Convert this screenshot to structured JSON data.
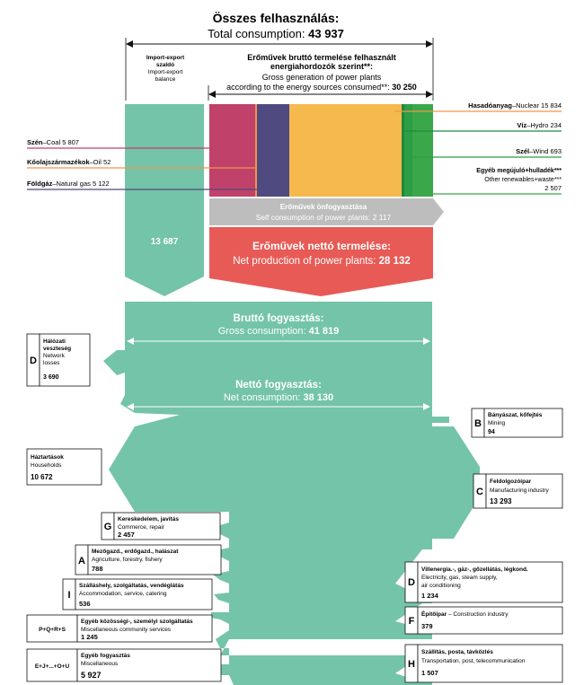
{
  "colors": {
    "flow": "#74c4a9",
    "coal": "#c0416a",
    "oil": "#f2944a",
    "gas": "#4f4a80",
    "nuclear": "#f5b94d",
    "hydro": "#1f8a3d",
    "wind": "#2d9e45",
    "renewables": "#3aa84a",
    "self": "#bdbdbd",
    "net": "#e85a55"
  },
  "header": {
    "title_hu": "Összes felhasználás:",
    "title_en": "Total consumption: ",
    "title_val": "43 937",
    "import_hu1": "Import-export",
    "import_hu2": "szaldó",
    "import_en1": "Import-export",
    "import_en2": "balance",
    "gross_hu1": "Erőművek bruttó termelése felhasznált",
    "gross_hu2": "energiahordozók szerint**:",
    "gross_en1": "Gross generation of power plants",
    "gross_en2": "according to the energy sources consumed**: ",
    "gross_val": "30 250"
  },
  "sources": {
    "coal": {
      "hu": "Szén",
      "en": "–Coal ",
      "val": "5 807"
    },
    "oil": {
      "hu": "Kőolajszármazékok",
      "en": "–Oil ",
      "val": "52"
    },
    "gas": {
      "hu": "Földgáz",
      "en": "–Natural gas ",
      "val": "5 122"
    },
    "nuclear": {
      "hu": "Hasadóanyag",
      "en": "–Nuclear ",
      "val": "15 834"
    },
    "hydro": {
      "hu": "Víz",
      "en": "–Hydro ",
      "val": "234"
    },
    "wind": {
      "hu": "Szél",
      "en": "–Wind ",
      "val": "693"
    },
    "renew": {
      "hu": "Egyéb megújuló+hulladék***",
      "en": "Other renewables+waste***",
      "val": "2 507"
    }
  },
  "self": {
    "hu": "Erőművek önfogyasztása",
    "en": "Self consumption of power plants: ",
    "val": "2 117"
  },
  "net_prod": {
    "hu": "Erőművek nettó termelése:",
    "en": "Net production of power plants: ",
    "val": "28 132"
  },
  "import_val": "13 687",
  "gross_cons": {
    "hu": "Bruttó fogyasztás:",
    "en": "Gross consumption: ",
    "val": "41 819"
  },
  "net_cons": {
    "hu": "Nettó fogyasztás:",
    "en": "Net consumption: ",
    "val": "38 130"
  },
  "network": {
    "code": "D",
    "hu1": "Hálózati",
    "hu2": "veszteség",
    "en1": "Network",
    "en2": "losses",
    "val": "3 690"
  },
  "mining": {
    "code": "B",
    "hu": "Bányászat, kőfejtés",
    "en": "Mining",
    "val": "94"
  },
  "households": {
    "hu": "Háztartások",
    "en": "Households",
    "val": "10 672"
  },
  "manufacturing": {
    "code": "C",
    "hu": "Feldolgozóipar",
    "en": "Manufacturing industry",
    "val": "13 293"
  },
  "commerce": {
    "code": "G",
    "hu": "Kereskedelem, javítás",
    "en": "Commerce, repair",
    "val": "2 457"
  },
  "agriculture": {
    "code": "A",
    "hu": "Mezőgazd., erdőgazd., halászat",
    "en": "Agriculture, forestry, fishery",
    "val": "788"
  },
  "accommodation": {
    "code": "I",
    "hu": "Szálláshely, szolgáltatás, vendéglátás",
    "en": "Accommodation, service, catering",
    "val": "536"
  },
  "community": {
    "code": "P+Q+R+S",
    "hu": "Egyéb közösségi-, személyi szolgáltatás",
    "en": "Miscellaneous community services",
    "val": "1 245"
  },
  "misc": {
    "code": "E+J+...+O+U",
    "hu": "Egyéb fogyasztás",
    "en": "Miscellaneous",
    "val": "5 927"
  },
  "electricity": {
    "code": "D",
    "hu": "Villenergia.-, gáz-, gőzellátás, légkond.",
    "en1": "Electricity, gas, steam supply,",
    "en2": "air conditioning",
    "val": "1 234"
  },
  "construction": {
    "code": "F",
    "hu": "Építőipar",
    "en": " – Construction industry",
    "val": "379"
  },
  "transport": {
    "code": "H",
    "hu": "Szállítás, posta, távközlés",
    "en": "Transportation, post, telecommunication",
    "val": "1 507"
  }
}
